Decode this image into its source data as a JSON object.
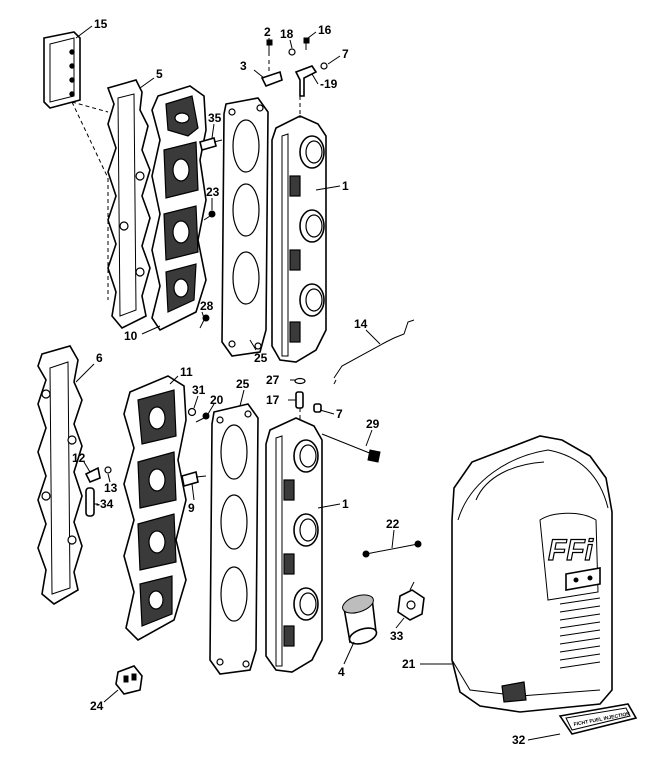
{
  "diagram": {
    "callouts": [
      {
        "id": "15",
        "text": "15"
      },
      {
        "id": "5",
        "text": "5"
      },
      {
        "id": "2",
        "text": "2"
      },
      {
        "id": "18",
        "text": "18"
      },
      {
        "id": "16",
        "text": "16"
      },
      {
        "id": "7a",
        "text": "7"
      },
      {
        "id": "3",
        "text": "3"
      },
      {
        "id": "19",
        "text": "-19"
      },
      {
        "id": "35",
        "text": "35"
      },
      {
        "id": "1a",
        "text": "1"
      },
      {
        "id": "23",
        "text": "23"
      },
      {
        "id": "28",
        "text": "28"
      },
      {
        "id": "10",
        "text": "10"
      },
      {
        "id": "25a",
        "text": "25"
      },
      {
        "id": "14",
        "text": "14"
      },
      {
        "id": "6",
        "text": "6"
      },
      {
        "id": "11",
        "text": "11"
      },
      {
        "id": "31",
        "text": "31"
      },
      {
        "id": "20",
        "text": "20"
      },
      {
        "id": "25b",
        "text": "25"
      },
      {
        "id": "27",
        "text": "27"
      },
      {
        "id": "17",
        "text": "17"
      },
      {
        "id": "7b",
        "text": "7"
      },
      {
        "id": "29",
        "text": "29"
      },
      {
        "id": "12",
        "text": "12"
      },
      {
        "id": "13",
        "text": "13"
      },
      {
        "id": "34",
        "text": "-34"
      },
      {
        "id": "9",
        "text": "9"
      },
      {
        "id": "1b",
        "text": "1"
      },
      {
        "id": "22",
        "text": "22"
      },
      {
        "id": "33",
        "text": "33"
      },
      {
        "id": "4",
        "text": "4"
      },
      {
        "id": "21",
        "text": "21"
      },
      {
        "id": "24",
        "text": "24"
      },
      {
        "id": "32",
        "text": "32"
      }
    ],
    "cover_logo": "FFi",
    "badge_text": "FICHT FUEL INJECTION"
  }
}
